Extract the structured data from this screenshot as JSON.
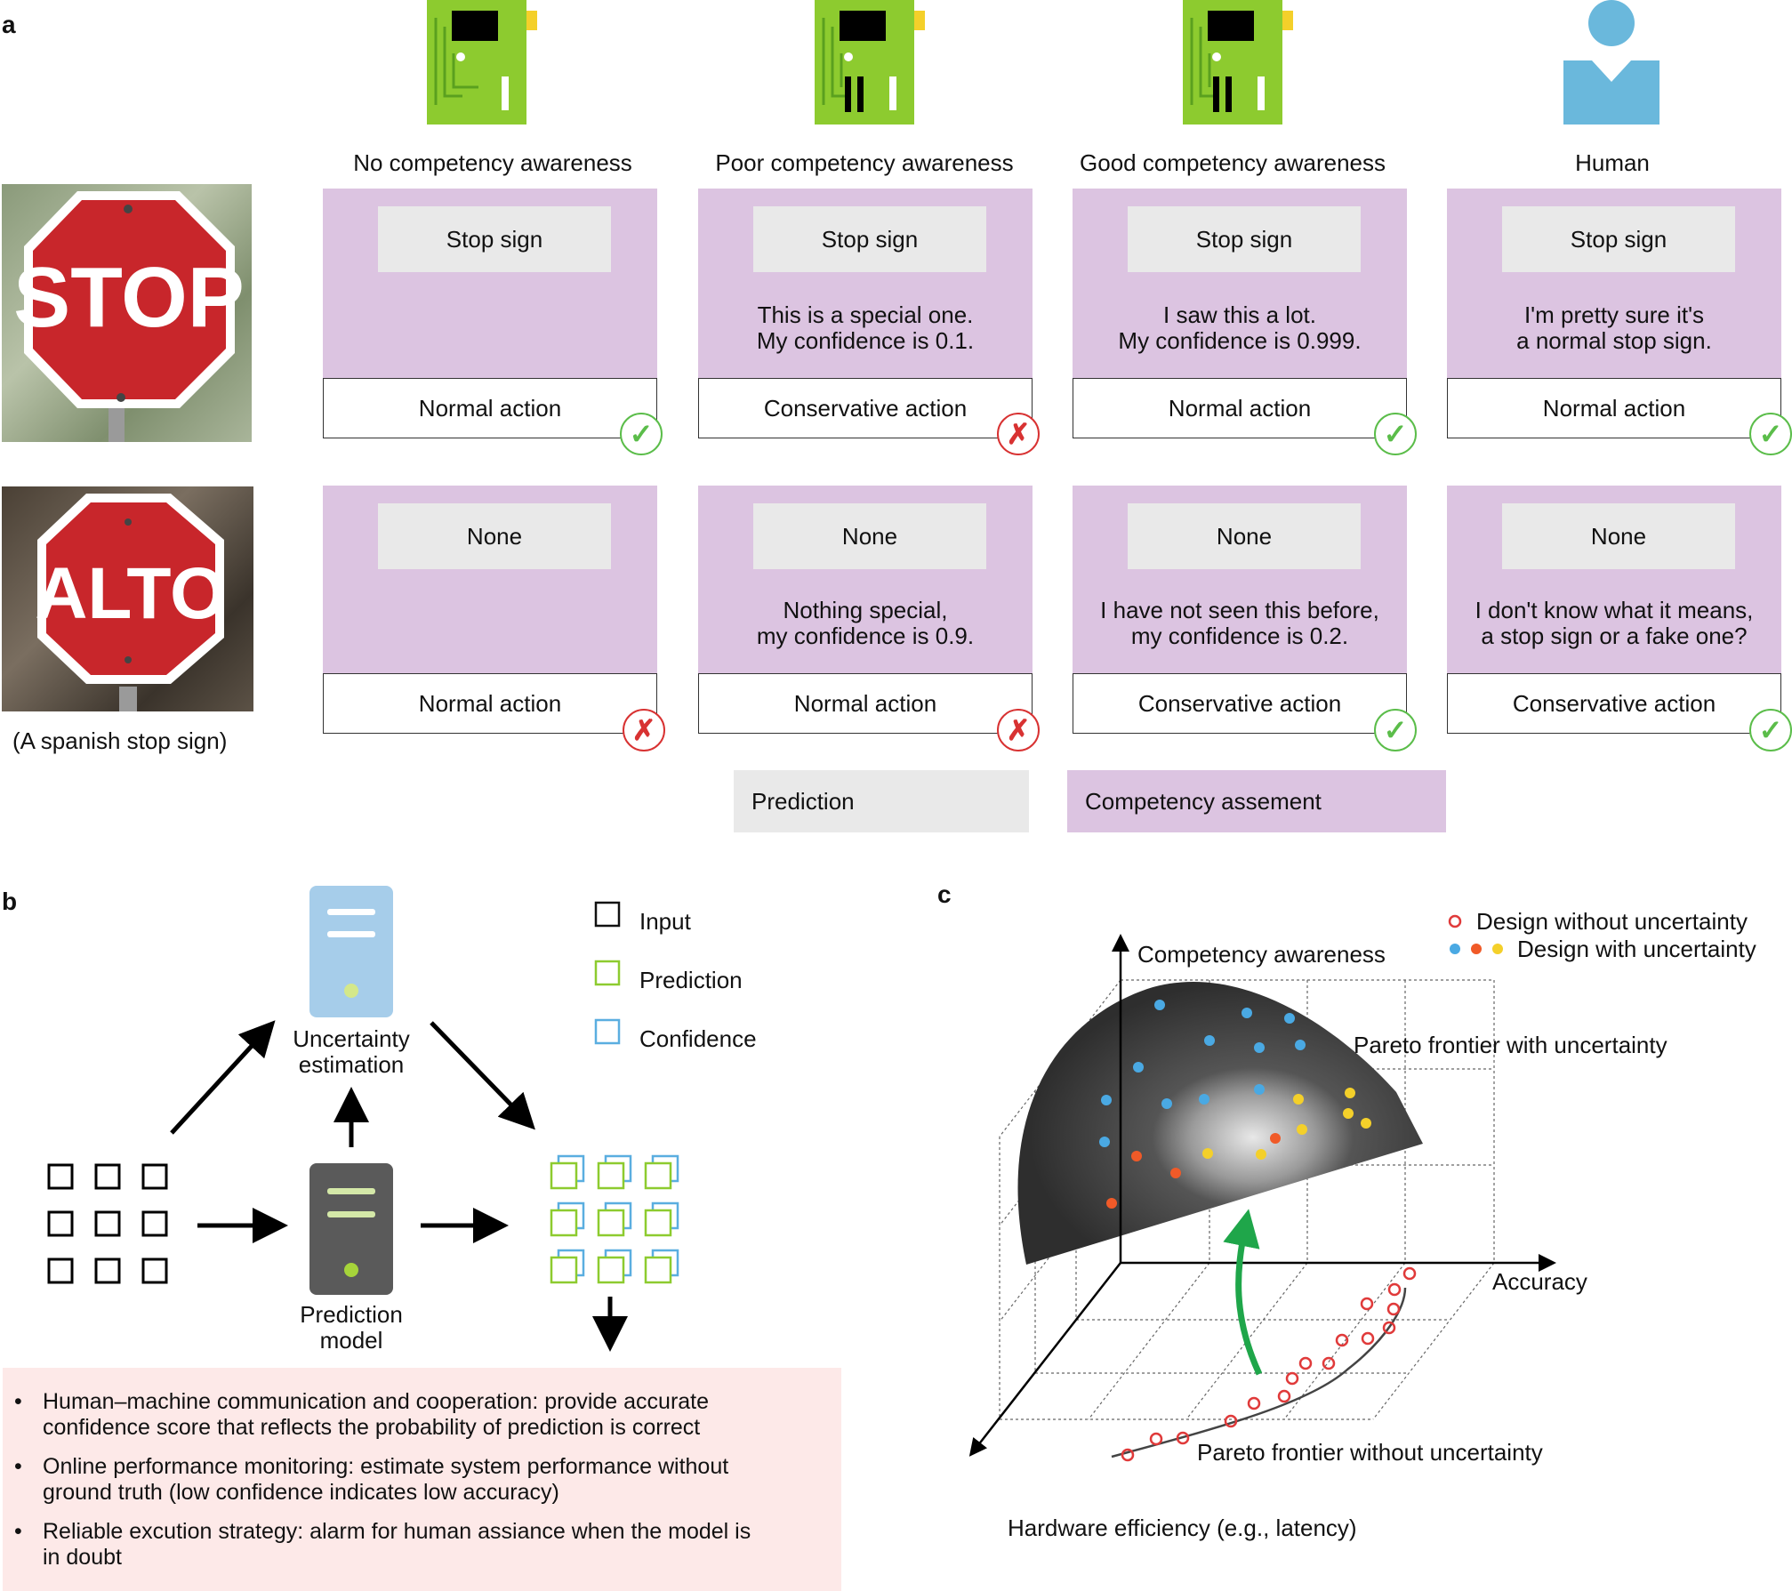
{
  "panel_a": {
    "letter": "a",
    "columns": [
      {
        "title": "No competency awareness",
        "icon": "chip-icon-no-awareness"
      },
      {
        "title": "Poor competency awareness",
        "icon": "chip-icon-poor-awareness"
      },
      {
        "title": "Good competency awareness",
        "icon": "chip-icon-good-awareness"
      },
      {
        "title": "Human",
        "icon": "person-icon"
      }
    ],
    "stop_sign_text": "STOP",
    "alto_sign_text": "ALTO",
    "alto_caption": "(A spanish stop sign)",
    "row1": [
      {
        "prediction": "Stop sign",
        "line1": "",
        "line2": "",
        "action": "Normal action",
        "result": "check"
      },
      {
        "prediction": "Stop sign",
        "line1": "This is a special one.",
        "line2": "My confidence is 0.1.",
        "action": "Conservative action",
        "result": "cross"
      },
      {
        "prediction": "Stop sign",
        "line1": "I saw this a lot.",
        "line2": "My confidence is 0.999.",
        "action": "Normal action",
        "result": "check"
      },
      {
        "prediction": "Stop sign",
        "line1": "I'm pretty sure it's",
        "line2": "a normal stop sign.",
        "action": "Normal action",
        "result": "check"
      }
    ],
    "row2": [
      {
        "prediction": "None",
        "line1": "",
        "line2": "",
        "action": "Normal action",
        "result": "cross"
      },
      {
        "prediction": "None",
        "line1": "Nothing special,",
        "line2": "my confidence is 0.9.",
        "action": "Normal action",
        "result": "cross"
      },
      {
        "prediction": "None",
        "line1": "I have not seen this before,",
        "line2": "my confidence is 0.2.",
        "action": "Conservative action",
        "result": "check"
      },
      {
        "prediction": "None",
        "line1": "I don't know what it means,",
        "line2": "a stop sign or a fake one?",
        "action": "Conservative action",
        "result": "check"
      }
    ],
    "check_glyph": "✓",
    "cross_glyph": "✗",
    "legend": {
      "prediction": "Prediction",
      "competency": "Competency assement"
    },
    "colors": {
      "card": "#dcc4e1",
      "prediction": "#e9e9e9",
      "check": "#5bbd4a",
      "cross": "#d83232",
      "chip": "#8dcb2f",
      "person": "#6ab8dc"
    }
  },
  "panel_b": {
    "letter": "b",
    "uncertainty_label": [
      "Uncertainty",
      "estimation"
    ],
    "model_label": [
      "Prediction",
      "model"
    ],
    "legend": [
      {
        "label": "Input",
        "color": "#111111"
      },
      {
        "label": "Prediction",
        "color": "#8dcb2f"
      },
      {
        "label": "Confidence",
        "color": "#5aaee0"
      }
    ],
    "bullets": [
      {
        "line1": "Human–machine communication and cooperation: provide accurate",
        "line2": "confidence score that reflects the probability of prediction is correct"
      },
      {
        "line1": "Online performance monitoring: estimate system performance without",
        "line2": "ground truth (low confidence indicates low accuracy)"
      },
      {
        "line1": "Reliable excution strategy: alarm for human assiance when the model is",
        "line2": "in doubt"
      }
    ],
    "bullet_glyph": "•"
  },
  "panel_c": {
    "letter": "c",
    "y_axis": "Competency awareness",
    "x_axis": "Accuracy",
    "z_axis": "Hardware efficiency (e.g., latency)",
    "frontier_with": "Pareto frontier with uncertainty",
    "frontier_without": "Pareto frontier without uncertainty",
    "legend_without": "Design without uncertainty",
    "legend_with": "Design with uncertainty",
    "dot_colors": {
      "blue": "#4aa9e3",
      "orange": "#f05a28",
      "yellow": "#f4d02a",
      "red": "#e03a3a"
    }
  }
}
